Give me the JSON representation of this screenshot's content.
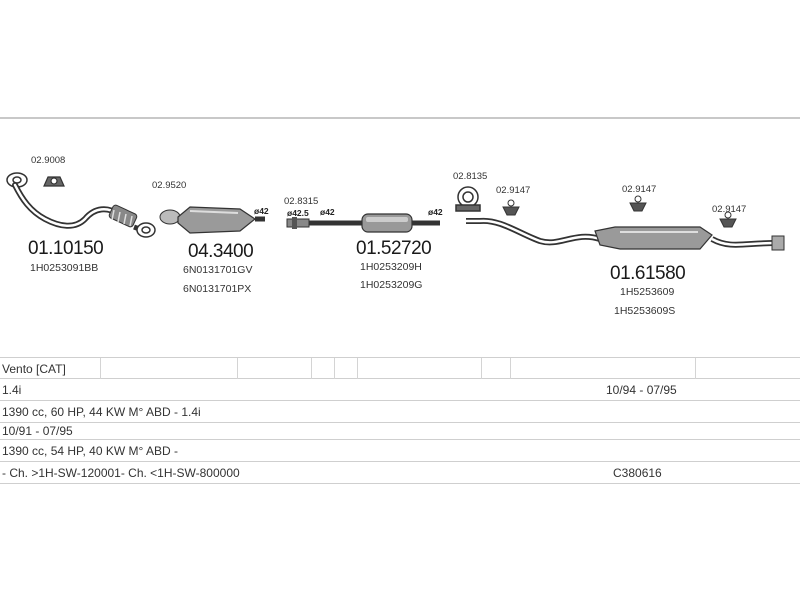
{
  "parts": [
    {
      "id": "p1",
      "code": "01.10150",
      "refs": [
        "1H0253091BB"
      ]
    },
    {
      "id": "p2",
      "code": "04.3400",
      "refs": [
        "6N0131701GV",
        "6N0131701PX"
      ]
    },
    {
      "id": "p3",
      "code": "01.52720",
      "refs": [
        "1H0253209H",
        "1H0253209G"
      ]
    },
    {
      "id": "p4",
      "code": "01.61580",
      "refs": [
        "1H5253609",
        "1H5253609S"
      ]
    }
  ],
  "accessories": [
    {
      "id": "a1",
      "code": "02.9008"
    },
    {
      "id": "a2",
      "code": "02.9520"
    },
    {
      "id": "a3",
      "code": "02.8315"
    },
    {
      "id": "a4",
      "code": "02.8135"
    },
    {
      "id": "a5",
      "code": "02.9147"
    },
    {
      "id": "a6",
      "code": "02.9147"
    },
    {
      "id": "a7",
      "code": "02.9147"
    }
  ],
  "diameters": [
    "ø42",
    "ø42.5",
    "ø42",
    "ø42"
  ],
  "table": {
    "model": "Vento  [CAT]",
    "engine": "1.4i",
    "engine_period": "10/94 - 07/95",
    "spec1": "1390 cc, 60 HP, 44 KW M° ABD - 1.4i",
    "spec1_period": "10/91 - 07/95",
    "spec2": "1390 cc, 54 HP, 40 KW M° ABD -",
    "chassis": "- Ch. >1H-SW-120001- Ch. <1H-SW-800000",
    "code": "C380616"
  }
}
